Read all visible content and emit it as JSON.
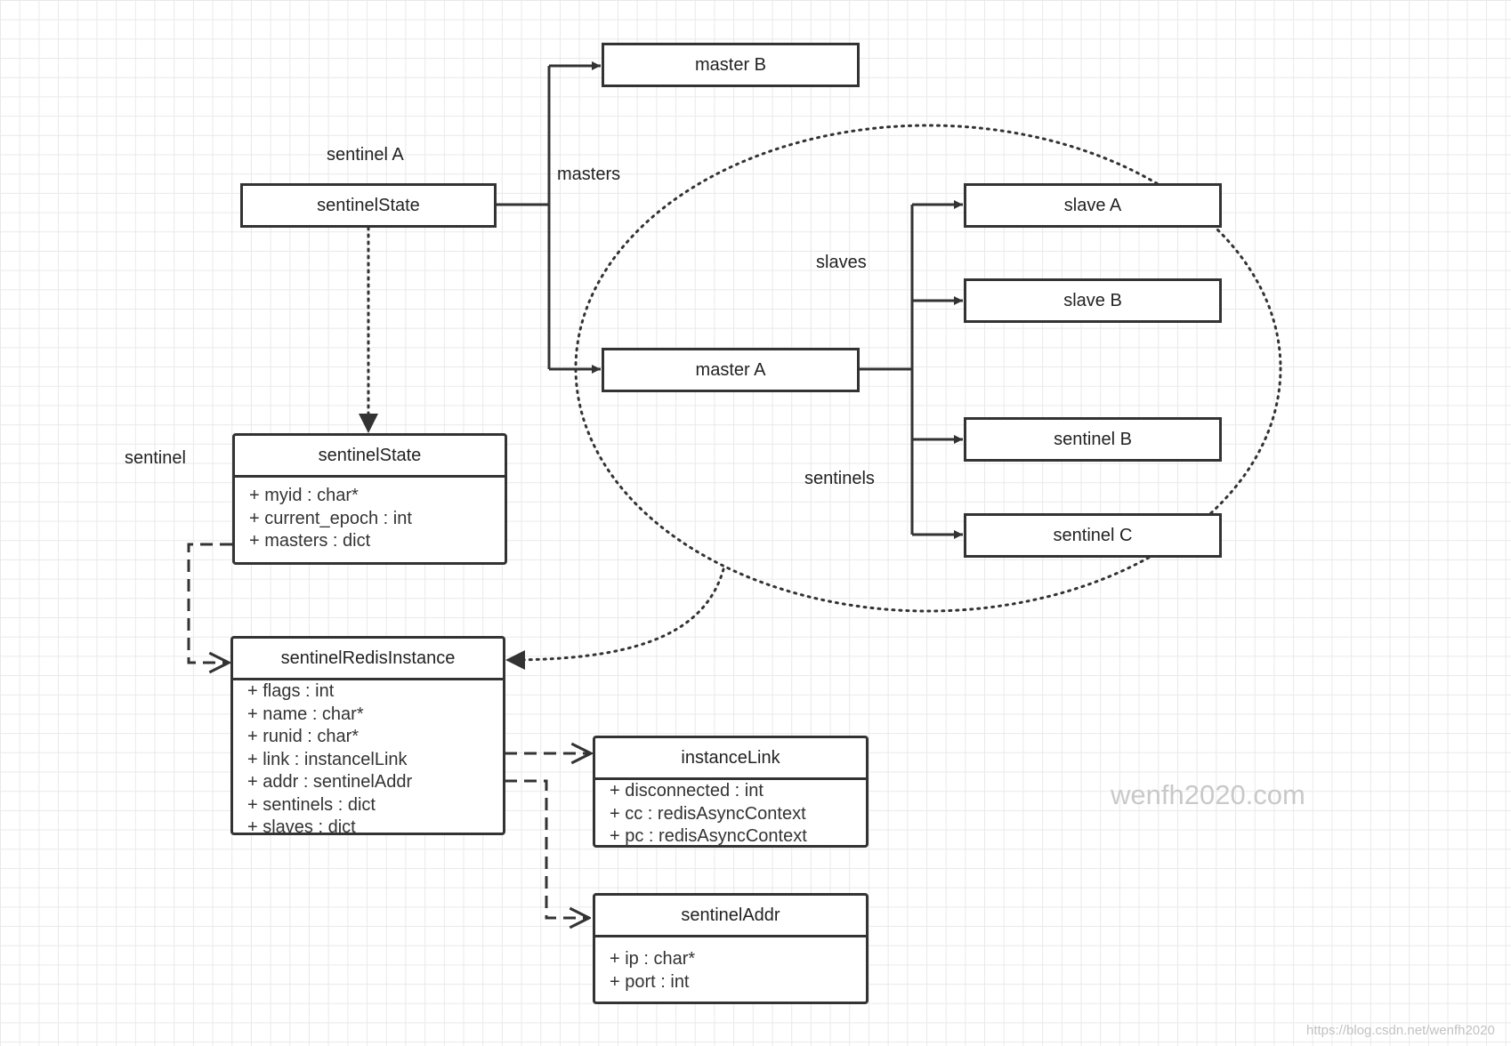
{
  "labels": {
    "sentinel_a": "sentinel A",
    "masters": "masters",
    "slaves": "slaves",
    "sentinels": "sentinels",
    "sentinel": "sentinel"
  },
  "boxes": {
    "master_b": "master B",
    "sentinel_state_top": "sentinelState",
    "master_a": "master A",
    "slave_a": "slave A",
    "slave_b": "slave B",
    "sentinel_b": "sentinel B",
    "sentinel_c": "sentinel C"
  },
  "classes": {
    "sentinel_state": {
      "name": "sentinelState",
      "fields": [
        "+ myid : char*",
        "+ current_epoch : int",
        "+ masters : dict"
      ]
    },
    "sentinel_redis_instance": {
      "name": "sentinelRedisInstance",
      "fields": [
        "+ flags : int",
        "+ name : char*",
        "+ runid : char*",
        "+ link : instancelLink",
        "+ addr : sentinelAddr",
        "+ sentinels : dict",
        "+ slaves : dict"
      ]
    },
    "instance_link": {
      "name": "instanceLink",
      "fields": [
        "+ disconnected : int",
        "+ cc : redisAsyncContext",
        "+ pc : redisAsyncContext"
      ]
    },
    "sentinel_addr": {
      "name": "sentinelAddr",
      "fields": [
        "+ ip : char*",
        "+ port : int"
      ]
    }
  },
  "watermark": "wenfh2020.com",
  "source_url": "https://blog.csdn.net/wenfh2020",
  "colors": {
    "line": "#333333",
    "grid": "#e9e9e9",
    "watermark": "#c9c9c9"
  }
}
